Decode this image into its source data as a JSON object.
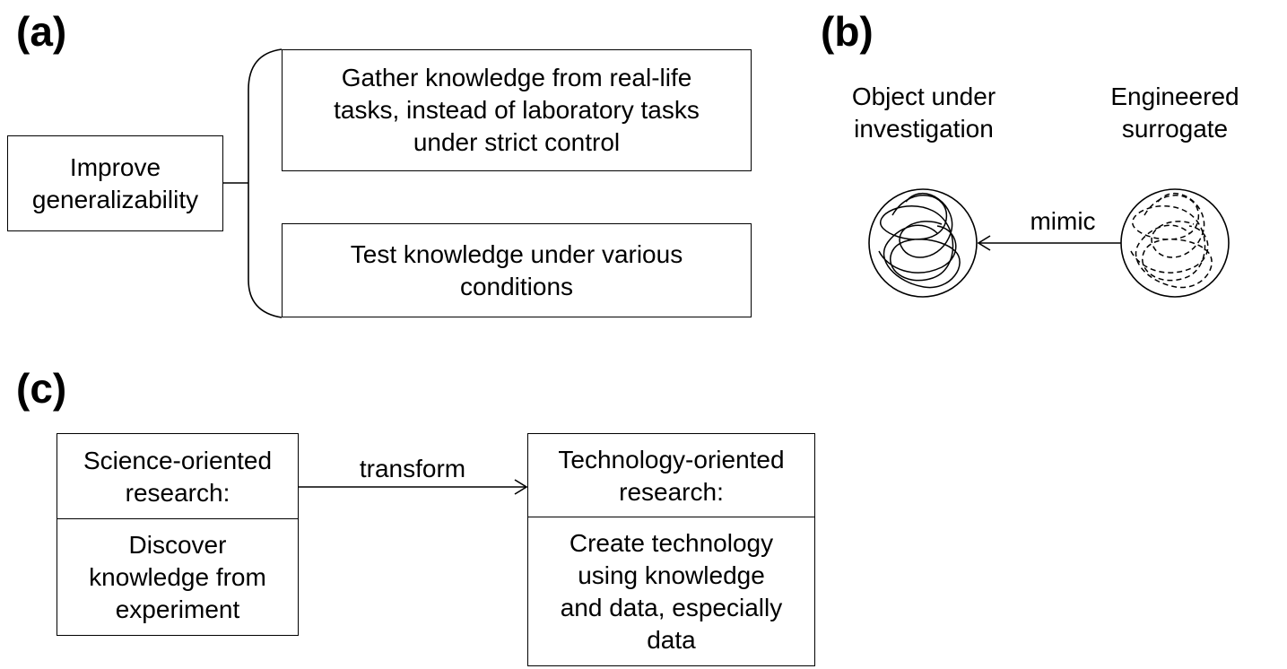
{
  "panel_a": {
    "label": "(a)",
    "root": "Improve\ngeneralizability",
    "items": [
      "Gather knowledge from real-life\ntasks, instead of laboratory tasks\nunder strict control",
      "Test knowledge under various\nconditions"
    ]
  },
  "panel_b": {
    "label": "(b)",
    "left_title": "Object under\ninvestigation",
    "right_title": "Engineered\nsurrogate",
    "arrow_label": "mimic"
  },
  "panel_c": {
    "label": "(c)",
    "left_head": "Science-oriented\nresearch:",
    "left_body": "Discover\nknowledge from\nexperiment",
    "arrow_label": "transform",
    "right_head": "Technology-oriented\nresearch:",
    "right_body": "Create technology\nusing knowledge\nand data, especially\ndata"
  }
}
